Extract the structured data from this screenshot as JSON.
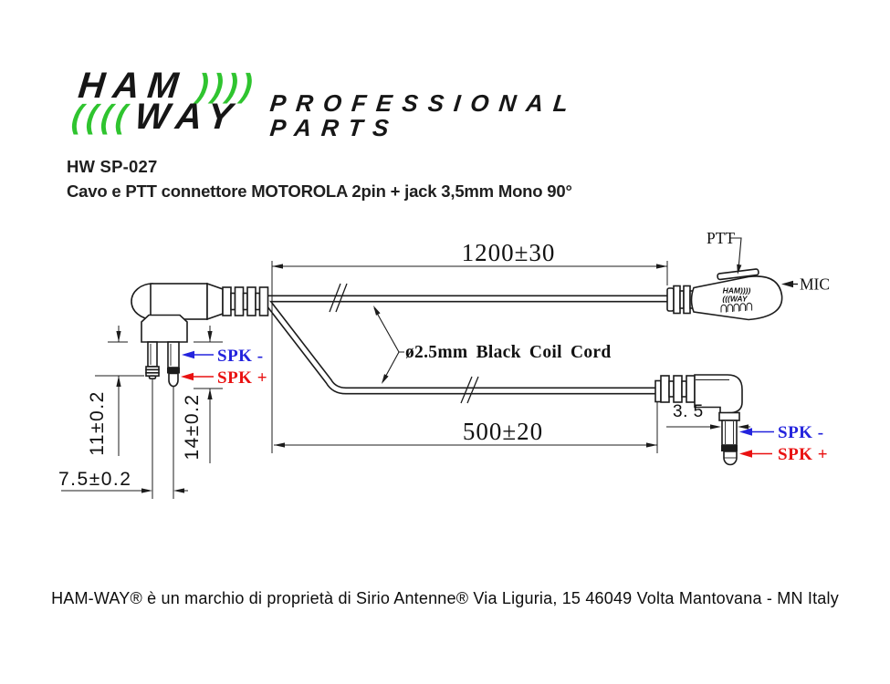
{
  "brand": {
    "ham": "HAM",
    "ham_marks": "))))",
    "way_marks": "((((",
    "way": "WAY",
    "professional": "PROFESSIONAL",
    "parts": "PARTS",
    "green": "#2fc42f"
  },
  "product": {
    "code": "HW SP-027",
    "description": "Cavo e PTT connettore MOTOROLA 2pin + jack 3,5mm Mono 90°"
  },
  "diagram": {
    "dimensions": {
      "cable_long": "1200±30",
      "cable_short": "500±20",
      "pin_short": "11±0.2",
      "pin_long": "14±0.2",
      "pin_spacing": "7.5±0.2",
      "jack_diameter": "3. 5"
    },
    "labels": {
      "coil_cord": "ø2.5mm Black Coil Cord",
      "ptt": "PTT",
      "mic": "MIC",
      "spk_minus": "SPK -",
      "spk_plus": "SPK +"
    },
    "ptt_unit_logo": {
      "line1": "HAM))))",
      "line2": "(((WAY"
    },
    "colors": {
      "spk_minus_blue": "#2323dd",
      "spk_plus_red": "#e91111",
      "line": "#1c1c1c"
    }
  },
  "footer": {
    "text": "HAM-WAY® è un marchio di proprietà di Sirio Antenne® Via Liguria, 15 46049 Volta Mantovana - MN Italy"
  }
}
